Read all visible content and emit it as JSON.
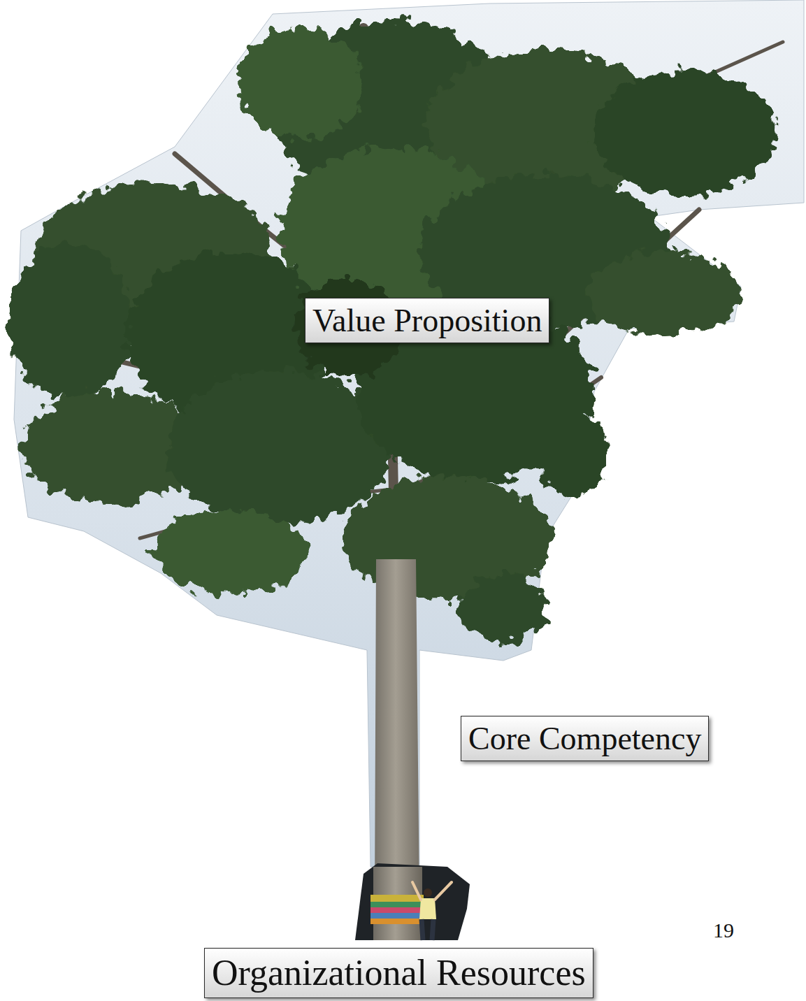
{
  "diagram": {
    "nodes": [
      {
        "text": [
          "Value Proposition"
        ]
      },
      {
        "text": [
          "Core Competency"
        ]
      },
      {
        "text": [
          "Organizational Resources"
        ]
      }
    ],
    "labels": [
      "19"
    ]
  }
}
